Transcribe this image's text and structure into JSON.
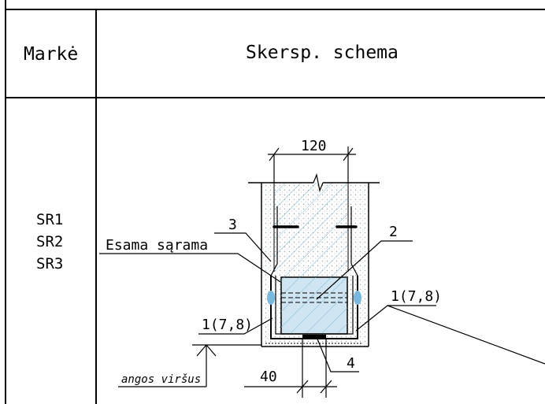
{
  "table": {
    "header_col1": "Markė",
    "header_col2": "Skersp. schema",
    "marks": [
      "SR1",
      "SR2",
      "SR3"
    ]
  },
  "drawing": {
    "dim_width": "120",
    "dim_bottom": "40",
    "callout_3": "3",
    "callout_2": "2",
    "callout_existing_lintel": "Esama sąrama",
    "callout_left_1": "1(7,8)",
    "callout_right_1": "1(7,8)",
    "callout_4": "4",
    "opening_top": "angos viršus"
  }
}
